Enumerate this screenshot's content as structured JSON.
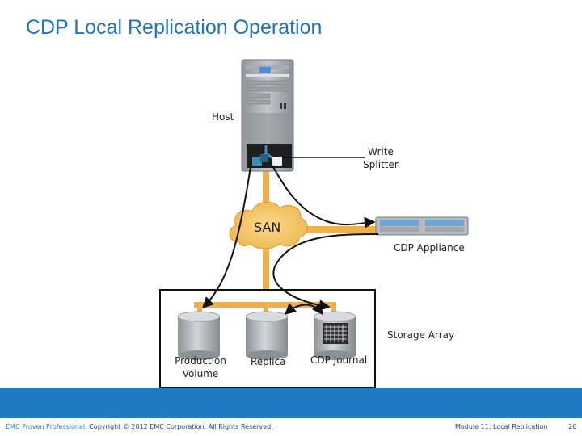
{
  "title": "CDP Local Replication Operation",
  "labels": {
    "host": "Host",
    "write_splitter_line1": "Write",
    "write_splitter_line2": "Splitter",
    "san": "SAN",
    "cdp_appliance": "CDP Appliance",
    "storage_array": "Storage Array",
    "production_volume_line1": "Production",
    "production_volume_line2": "Volume",
    "replica": "Replica",
    "cdp_journal": "CDP Journal"
  },
  "footer": {
    "brand": "EMC Proven Professional.",
    "copyright": " Copyright © 2012 EMC Corporation. All Rights Reserved.",
    "module": "Module 11: Local Replication",
    "page_number": "26"
  },
  "colors": {
    "title": "#1f74b7",
    "san_cloud": "#f4c05a",
    "connector": "#eeb14a",
    "footer_bar": "#1d79c2"
  }
}
